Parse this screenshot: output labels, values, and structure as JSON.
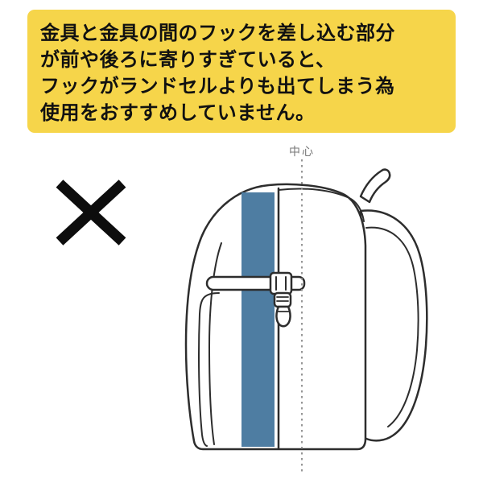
{
  "banner": {
    "lines": [
      "金具と金具の間のフックを差し込む部分",
      "が前や後ろに寄りすぎていると、",
      "フックがランドセルよりも出てしまう為",
      "使用をおすすめしていません。"
    ]
  },
  "diagram": {
    "center_label": "中心",
    "cross_symbol": "×"
  },
  "colors": {
    "banner_bg": "#f6d54a",
    "highlight": "#4e7da2",
    "outline": "#2d2d2d",
    "center_line": "#8a8a8a",
    "center_label": "#777777",
    "cross": "#0d0d0d"
  }
}
